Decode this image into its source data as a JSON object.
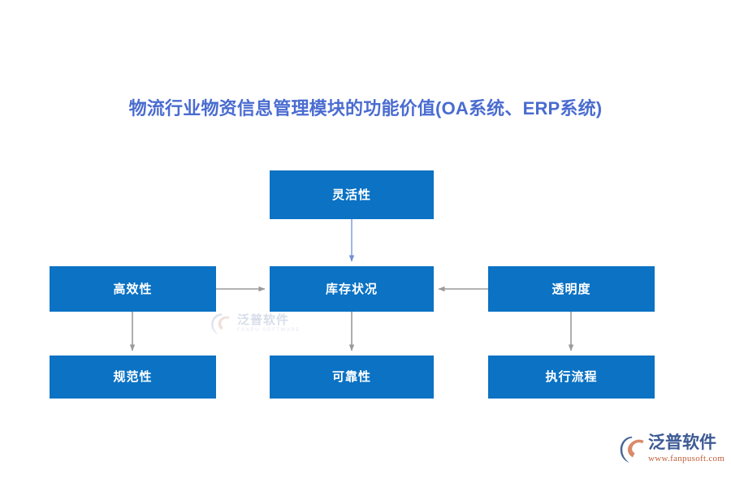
{
  "page": {
    "title": "物流行业物资信息管理模块的功能价值(OA系统、ERP系统)",
    "title_color": "#4a6cd0",
    "background": "#ffffff"
  },
  "diagram": {
    "type": "flowchart",
    "node_fill": "#0b72c4",
    "node_text_color": "#ffffff",
    "connector_gray": "#9a9a9a",
    "connector_blue": "#8ba4de",
    "nodes": [
      {
        "id": "flexibility",
        "label": "灵活性",
        "row": "top",
        "col": "center"
      },
      {
        "id": "efficiency",
        "label": "高效性",
        "row": "middle",
        "col": "left"
      },
      {
        "id": "inventory",
        "label": "库存状况",
        "row": "middle",
        "col": "center"
      },
      {
        "id": "transparency",
        "label": "透明度",
        "row": "middle",
        "col": "right"
      },
      {
        "id": "normative",
        "label": "规范性",
        "row": "bottom",
        "col": "left"
      },
      {
        "id": "reliability",
        "label": "可靠性",
        "row": "bottom",
        "col": "center"
      },
      {
        "id": "execution",
        "label": "执行流程",
        "row": "bottom",
        "col": "right"
      }
    ],
    "edges": [
      {
        "from": "flexibility",
        "to": "inventory",
        "direction": "down",
        "color": "#8ba4de"
      },
      {
        "from": "efficiency",
        "to": "inventory",
        "direction": "right",
        "color": "#9a9a9a"
      },
      {
        "from": "transparency",
        "to": "inventory",
        "direction": "left",
        "color": "#9a9a9a"
      },
      {
        "from": "efficiency",
        "to": "normative",
        "direction": "down",
        "color": "#9a9a9a"
      },
      {
        "from": "inventory",
        "to": "reliability",
        "direction": "down",
        "color": "#9a9a9a"
      },
      {
        "from": "transparency",
        "to": "execution",
        "direction": "down",
        "color": "#9a9a9a"
      }
    ]
  },
  "watermark": {
    "name_cn": "泛普软件",
    "name_en": "FANPU SOFTWARE"
  },
  "logo": {
    "name_cn": "泛普软件",
    "url": "www.fanpusoft.com"
  }
}
